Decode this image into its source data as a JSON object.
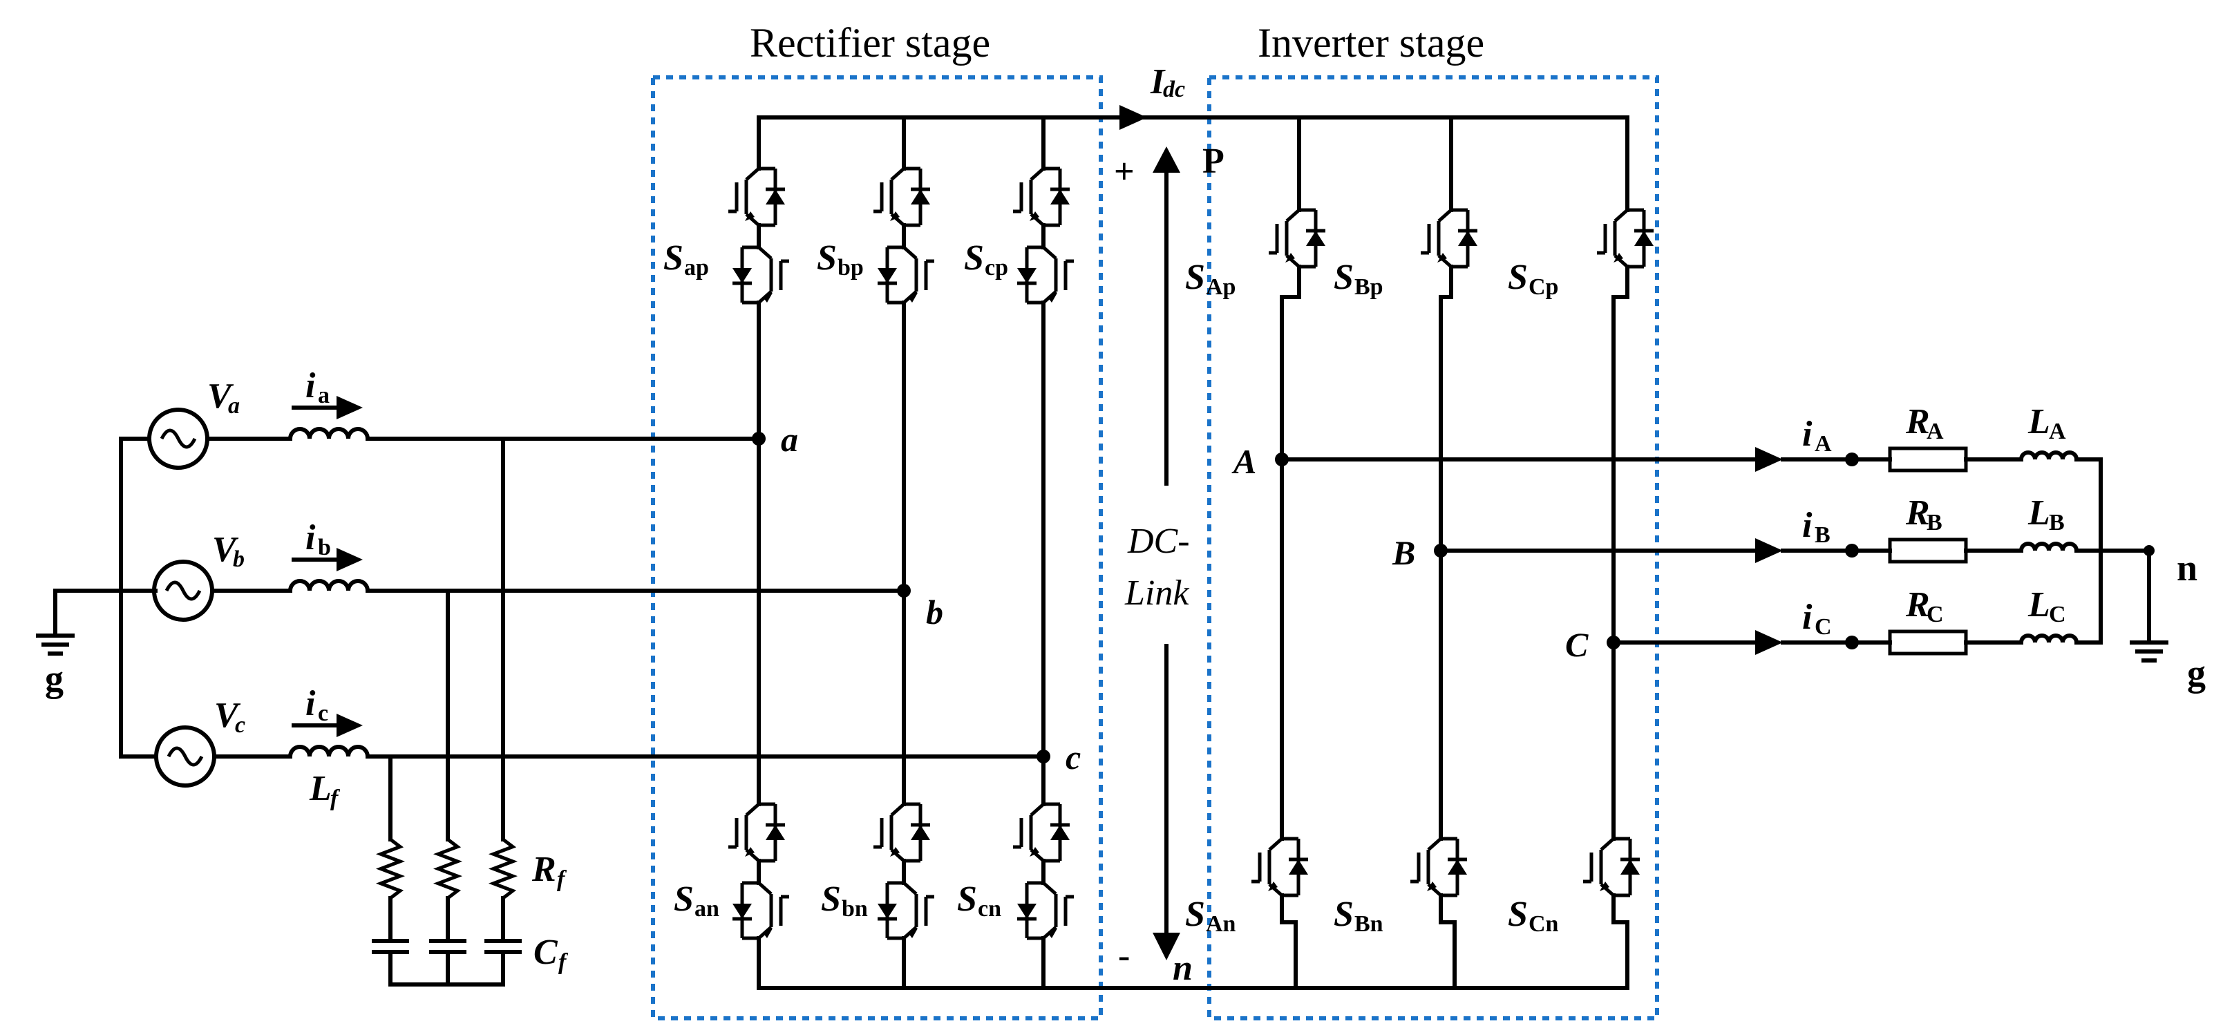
{
  "titles": {
    "rectifier": "Rectifier stage",
    "inverter": "Inverter stage"
  },
  "dc_link": {
    "current": "I",
    "current_sub": "dc",
    "plus": "+",
    "minus": "-",
    "p_node": "P",
    "n_node": "n",
    "label_line1": "DC-",
    "label_line2": "Link"
  },
  "sources": [
    {
      "v": "V",
      "v_sub": "a",
      "i": "i",
      "i_sub": "a"
    },
    {
      "v": "V",
      "v_sub": "b",
      "i": "i",
      "i_sub": "b"
    },
    {
      "v": "V",
      "v_sub": "c",
      "i": "i",
      "i_sub": "c"
    }
  ],
  "filter": {
    "lf": "L",
    "lf_sub": "f",
    "rf": "R",
    "rf_sub": "f",
    "cf": "C",
    "cf_sub": "f"
  },
  "rect_nodes": [
    "a",
    "b",
    "c"
  ],
  "rect_switches": {
    "upper": [
      {
        "s": "S",
        "sub": "ap"
      },
      {
        "s": "S",
        "sub": "bp"
      },
      {
        "s": "S",
        "sub": "cp"
      }
    ],
    "lower": [
      {
        "s": "S",
        "sub": "an"
      },
      {
        "s": "S",
        "sub": "bn"
      },
      {
        "s": "S",
        "sub": "cn"
      }
    ]
  },
  "inv_switches": {
    "upper": [
      {
        "s": "S",
        "sub": "Ap"
      },
      {
        "s": "S",
        "sub": "Bp"
      },
      {
        "s": "S",
        "sub": "Cp"
      }
    ],
    "lower": [
      {
        "s": "S",
        "sub": "An"
      },
      {
        "s": "S",
        "sub": "Bn"
      },
      {
        "s": "S",
        "sub": "Cn"
      }
    ]
  },
  "inv_nodes": [
    "A",
    "B",
    "C"
  ],
  "loads": [
    {
      "i": "i",
      "i_sub": "A",
      "r": "R",
      "r_sub": "A",
      "l": "L",
      "l_sub": "A"
    },
    {
      "i": "i",
      "i_sub": "B",
      "r": "R",
      "r_sub": "B",
      "l": "L",
      "l_sub": "B"
    },
    {
      "i": "i",
      "i_sub": "C",
      "r": "R",
      "r_sub": "C",
      "l": "L",
      "l_sub": "C"
    }
  ],
  "ground_left": "g",
  "ground_right": "g",
  "neutral": "n",
  "colors": {
    "box": "#1a73c9",
    "wire": "#000000"
  }
}
